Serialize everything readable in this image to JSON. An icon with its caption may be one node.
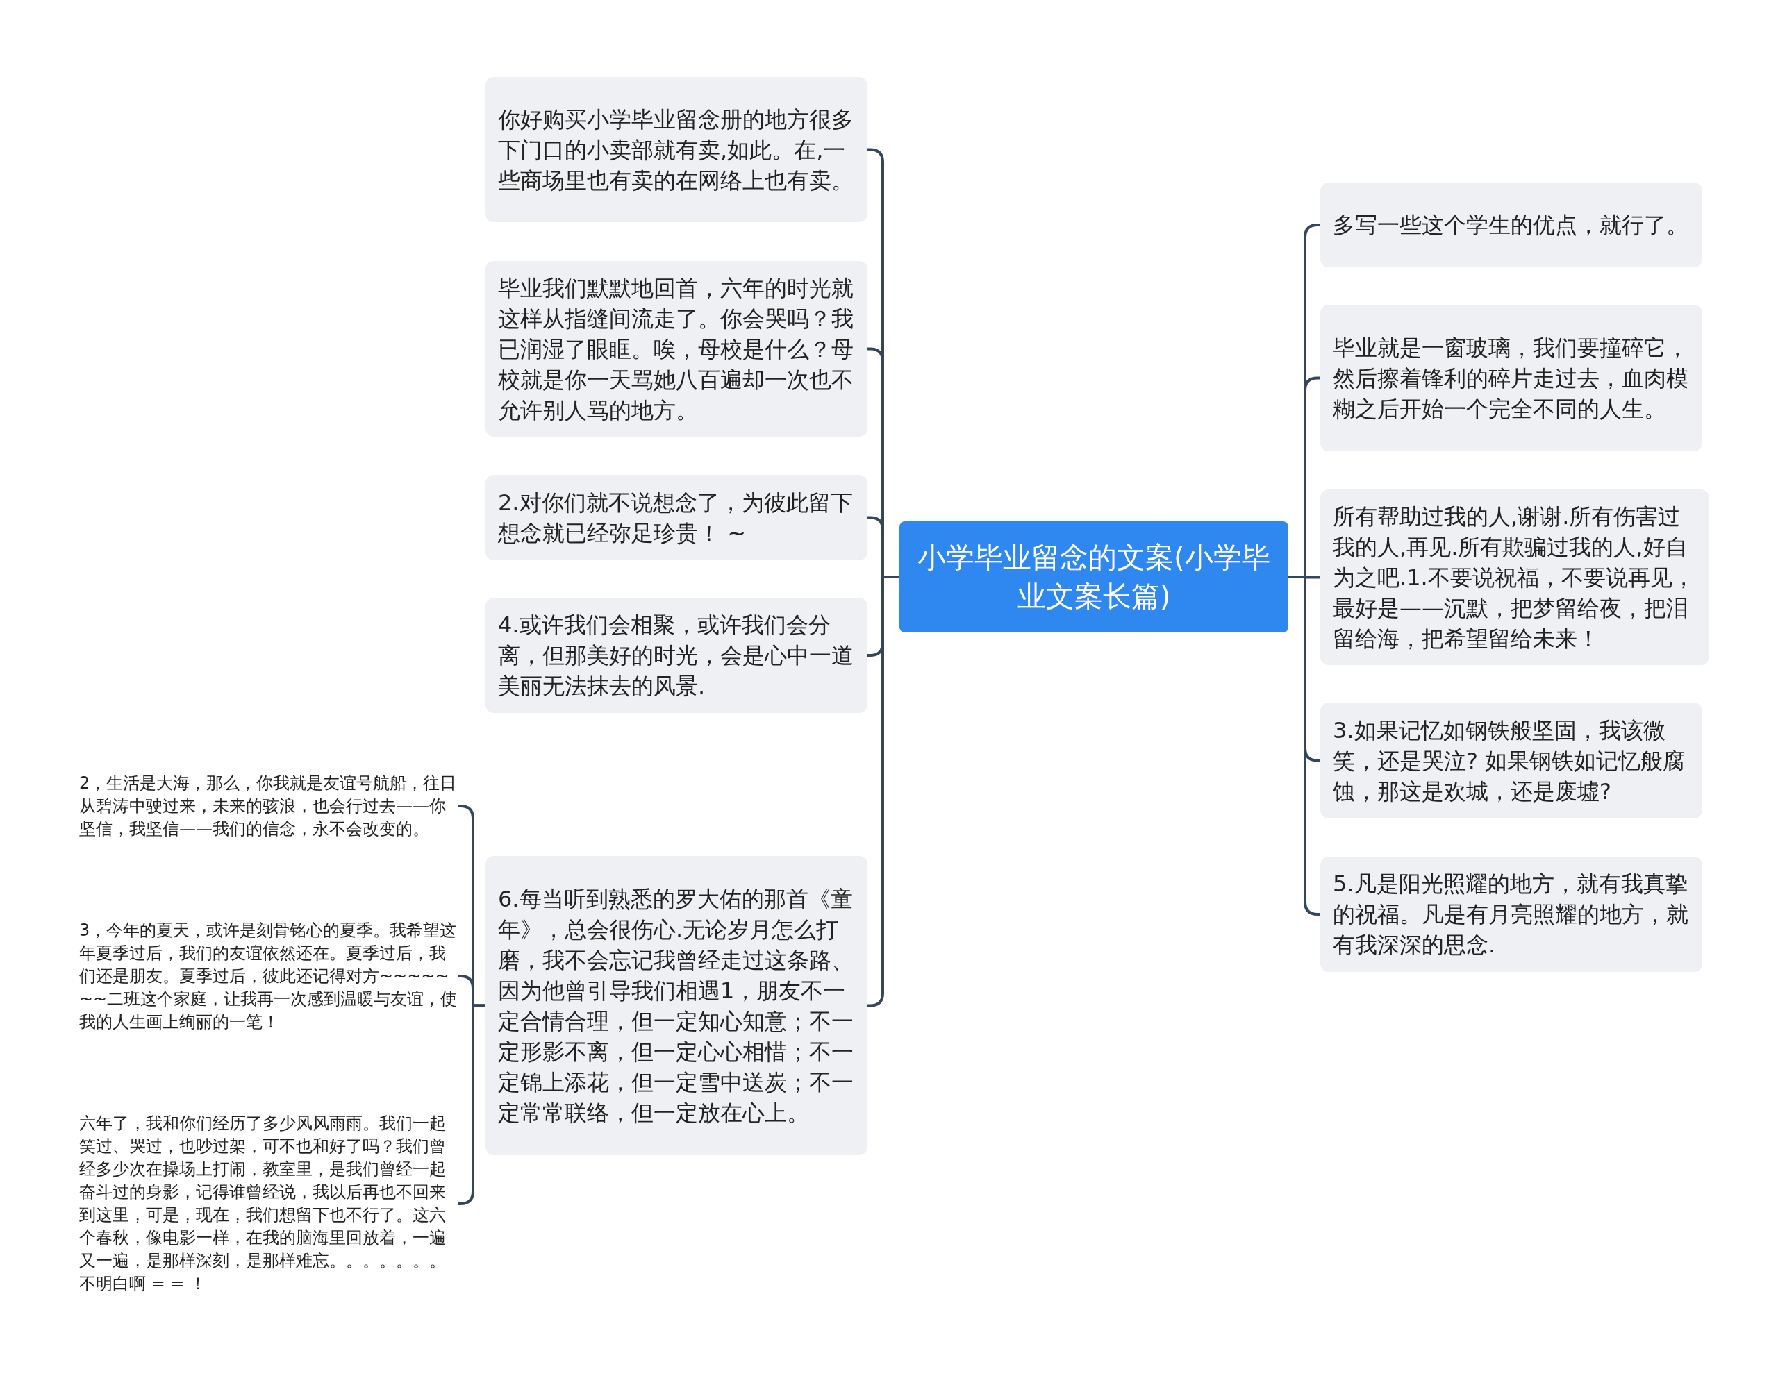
{
  "diagram": {
    "nodes": [
      {
        "text": [
          "小学毕业留念的文案(小学毕业文案长篇)"
        ]
      },
      {
        "text": [
          "你好购买小学毕业留念册的地方很多下门口的小卖部就有卖,如此。在,一些商场里也有卖的在网络上也有卖。"
        ]
      },
      {
        "text": [
          "毕业我们默默地回首，六年的时光就这样从指缝间流走了。你会哭吗？我已润湿了眼眶。唉，母校是什么？母校就是你一天骂她八百遍却一次也不允许别人骂的地方。"
        ]
      },
      {
        "text": [
          "2.对你们就不说想念了，为彼此留下想念就已经弥足珍贵！ ~"
        ]
      },
      {
        "text": [
          "4.或许我们会相聚，或许我们会分离，但那美好的时光，会是心中一道美丽无法抹去的风景."
        ]
      },
      {
        "text": [
          "6.每当听到熟悉的罗大佑的那首《童年》，总会很伤心.无论岁月怎么打磨，我不会忘记我曾经走过这条路、因为他曾引导我们相遇1，朋友不一定合情合理，但一定知心知意；不一定形影不离，但一定心心相惜；不一定锦上添花，但一定雪中送炭；不一定常常联络，但一定放在心上。"
        ]
      },
      {
        "text": [
          "2，生活是大海，那么，你我就是友谊号航船，往日从碧涛中驶过来，未来的骇浪，也会行过去——你坚信，我坚信——我们的信念，永不会改变的。"
        ]
      },
      {
        "text": [
          " 3，今年的夏天，或许是刻骨铭心的夏季。我希望这年夏季过后，我们的友谊依然还在。夏季过后，我们还是朋友。夏季过后，彼此还记得对方~~~~~~~二班这个家庭，让我再一次感到温暖与友谊，使我的人生画上绚丽的一笔！"
        ]
      },
      {
        "text": [
          "六年了，我和你们经历了多少风风雨雨。我们一起笑过、哭过，也吵过架，可不也和好了吗？我们曾经多少次在操场上打闹，教室里，是我们曾经一起奋斗过的身影，记得谁曾经说，我以后再也不回来到这里，可是，现在，我们想留下也不行了。这六个春秋，像电影一样，在我的脑海里回放着，一遍又一遍，是那样深刻，是那样难忘。。。。。。。不明白啊 = = ！"
        ]
      },
      {
        "text": [
          "多写一些这个学生的优点，就行了。"
        ]
      },
      {
        "text": [
          "毕业就是一窗玻璃，我们要撞碎它，然后擦着锋利的碎片走过去，血肉模糊之后开始一个完全不同的人生。"
        ]
      },
      {
        "text": [
          "所有帮助过我的人,谢谢.所有伤害过我的人,再见.所有欺骗过我的人,好自为之吧.1.不要说祝福，不要说再见，最好是——沉默，把梦留给夜，把泪留给海，把希望留给未来！"
        ]
      },
      {
        "text": [
          "3.如果记忆如钢铁般坚固，我该微笑，还是哭泣? 如果钢铁如记忆般腐蚀，那这是欢城，还是废墟?"
        ]
      },
      {
        "text": [
          "5.凡是阳光照耀的地方，就有我真挚的祝福。凡是有月亮照耀的地方，就有我深深的思念."
        ]
      }
    ],
    "edges": [
      {
        "from": 0,
        "to": 1,
        "arrow": "none"
      },
      {
        "from": 0,
        "to": 2,
        "arrow": "none"
      },
      {
        "from": 0,
        "to": 3,
        "arrow": "none"
      },
      {
        "from": 0,
        "to": 4,
        "arrow": "none"
      },
      {
        "from": 0,
        "to": 5,
        "arrow": "none"
      },
      {
        "from": 5,
        "to": 6,
        "arrow": "none"
      },
      {
        "from": 5,
        "to": 7,
        "arrow": "none"
      },
      {
        "from": 5,
        "to": 8,
        "arrow": "none"
      },
      {
        "from": 0,
        "to": 9,
        "arrow": "none"
      },
      {
        "from": 0,
        "to": 10,
        "arrow": "none"
      },
      {
        "from": 0,
        "to": 11,
        "arrow": "none"
      },
      {
        "from": 0,
        "to": 12,
        "arrow": "none"
      },
      {
        "from": 0,
        "to": 13,
        "arrow": "none"
      }
    ]
  }
}
